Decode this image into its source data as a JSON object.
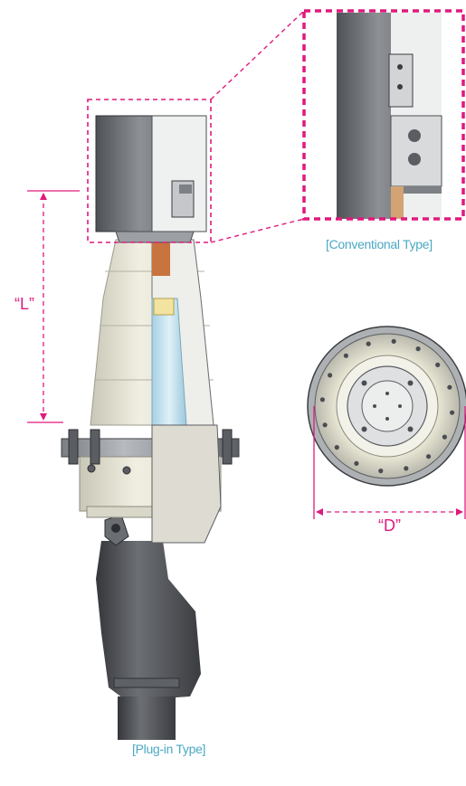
{
  "labels": {
    "conventional_type": "[Conventional Type]",
    "plugin_type": "[Plug-in Type]",
    "length_dimension": "“L”",
    "diameter_dimension": "“D”"
  },
  "colors": {
    "accent_magenta": "#e0197d",
    "caption_blue": "#4aa8c4",
    "metal_dark": "#5a5d61",
    "metal_mid": "#9a9ea3",
    "porcelain": "#e6e4d2",
    "insulator_blue": "#bfe0ee",
    "copper": "#c9733f",
    "rubber": "#4a4c50"
  },
  "icons": {
    "main_view": "plug-in-termination-cutaway",
    "inset_view": "conventional-termination-top-detail",
    "bottom_view": "termination-flange-bottom-view"
  }
}
